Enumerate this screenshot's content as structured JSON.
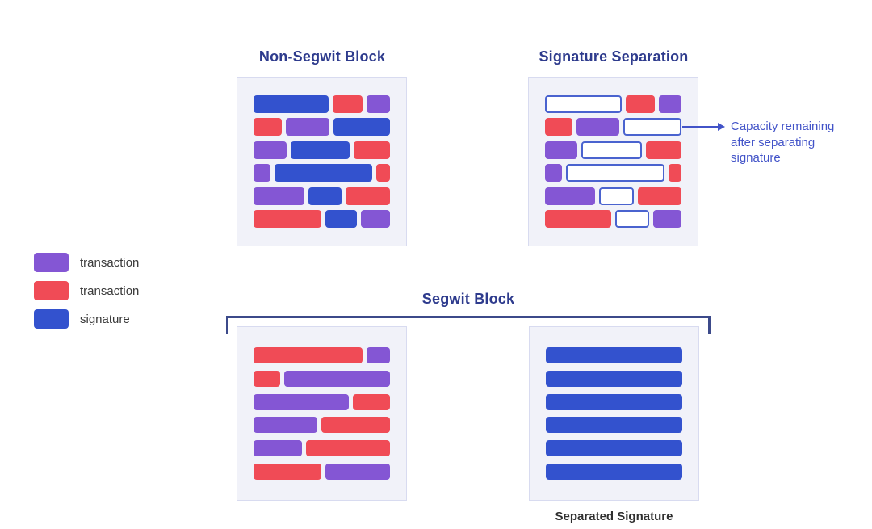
{
  "colors": {
    "purple": "#8456d4",
    "red": "#f04b56",
    "blue": "#3352ce",
    "empty_fill": "#ffffff",
    "empty_border": "#4a63cf",
    "panel_bg": "#f1f2f9",
    "panel_border": "#d8dbf0",
    "title": "#2e3b8d",
    "annotation": "#4253c8",
    "bracket": "#3c4a8a"
  },
  "legend": {
    "items": [
      {
        "label": "transaction",
        "color": "purple"
      },
      {
        "label": "transaction",
        "color": "red"
      },
      {
        "label": "signature",
        "color": "blue"
      }
    ]
  },
  "non_segwit": {
    "title": "Non-Segwit Block",
    "rows": [
      [
        {
          "c": "blue",
          "w": 94
        },
        {
          "c": "red",
          "w": 38
        },
        {
          "c": "purple",
          "w": 29
        }
      ],
      [
        {
          "c": "red",
          "w": 35
        },
        {
          "c": "purple",
          "w": 55
        },
        {
          "c": "blue",
          "w": 71
        }
      ],
      [
        {
          "c": "purple",
          "w": 42
        },
        {
          "c": "blue",
          "w": 75
        },
        {
          "c": "red",
          "w": 46
        }
      ],
      [
        {
          "c": "purple",
          "w": 22
        },
        {
          "c": "blue",
          "w": 124
        },
        {
          "c": "red",
          "w": 17
        }
      ],
      [
        {
          "c": "purple",
          "w": 64
        },
        {
          "c": "blue",
          "w": 41
        },
        {
          "c": "red",
          "w": 56
        }
      ],
      [
        {
          "c": "red",
          "w": 87
        },
        {
          "c": "blue",
          "w": 40
        },
        {
          "c": "purple",
          "w": 37
        }
      ]
    ]
  },
  "signature_separation": {
    "title": "Signature Separation",
    "annotation": "Capacity remaining after separating signature",
    "rows": [
      [
        {
          "c": "empty",
          "w": 94
        },
        {
          "c": "red",
          "w": 38
        },
        {
          "c": "purple",
          "w": 29
        }
      ],
      [
        {
          "c": "red",
          "w": 35
        },
        {
          "c": "purple",
          "w": 55
        },
        {
          "c": "empty",
          "w": 71
        }
      ],
      [
        {
          "c": "purple",
          "w": 42
        },
        {
          "c": "empty",
          "w": 75
        },
        {
          "c": "red",
          "w": 46
        }
      ],
      [
        {
          "c": "purple",
          "w": 22
        },
        {
          "c": "empty",
          "w": 124
        },
        {
          "c": "red",
          "w": 17
        }
      ],
      [
        {
          "c": "purple",
          "w": 64
        },
        {
          "c": "empty",
          "w": 41
        },
        {
          "c": "red",
          "w": 56
        }
      ],
      [
        {
          "c": "red",
          "w": 87
        },
        {
          "c": "empty",
          "w": 40
        },
        {
          "c": "purple",
          "w": 37
        }
      ]
    ]
  },
  "segwit": {
    "title": "Segwit Block",
    "rows": [
      [
        {
          "c": "red",
          "w": 135
        },
        {
          "c": "purple",
          "w": 29
        }
      ],
      [
        {
          "c": "red",
          "w": 33
        },
        {
          "c": "purple",
          "w": 131
        }
      ],
      [
        {
          "c": "purple",
          "w": 119
        },
        {
          "c": "red",
          "w": 46
        }
      ],
      [
        {
          "c": "purple",
          "w": 79
        },
        {
          "c": "red",
          "w": 85
        }
      ],
      [
        {
          "c": "purple",
          "w": 60
        },
        {
          "c": "red",
          "w": 103
        }
      ],
      [
        {
          "c": "red",
          "w": 85
        },
        {
          "c": "purple",
          "w": 81
        }
      ]
    ]
  },
  "separated_signature": {
    "caption": "Separated Signature",
    "rows": [
      [
        {
          "c": "blue",
          "w": 1
        }
      ],
      [
        {
          "c": "blue",
          "w": 1
        }
      ],
      [
        {
          "c": "blue",
          "w": 1
        }
      ],
      [
        {
          "c": "blue",
          "w": 1
        }
      ],
      [
        {
          "c": "blue",
          "w": 1
        }
      ],
      [
        {
          "c": "blue",
          "w": 1
        }
      ]
    ]
  }
}
